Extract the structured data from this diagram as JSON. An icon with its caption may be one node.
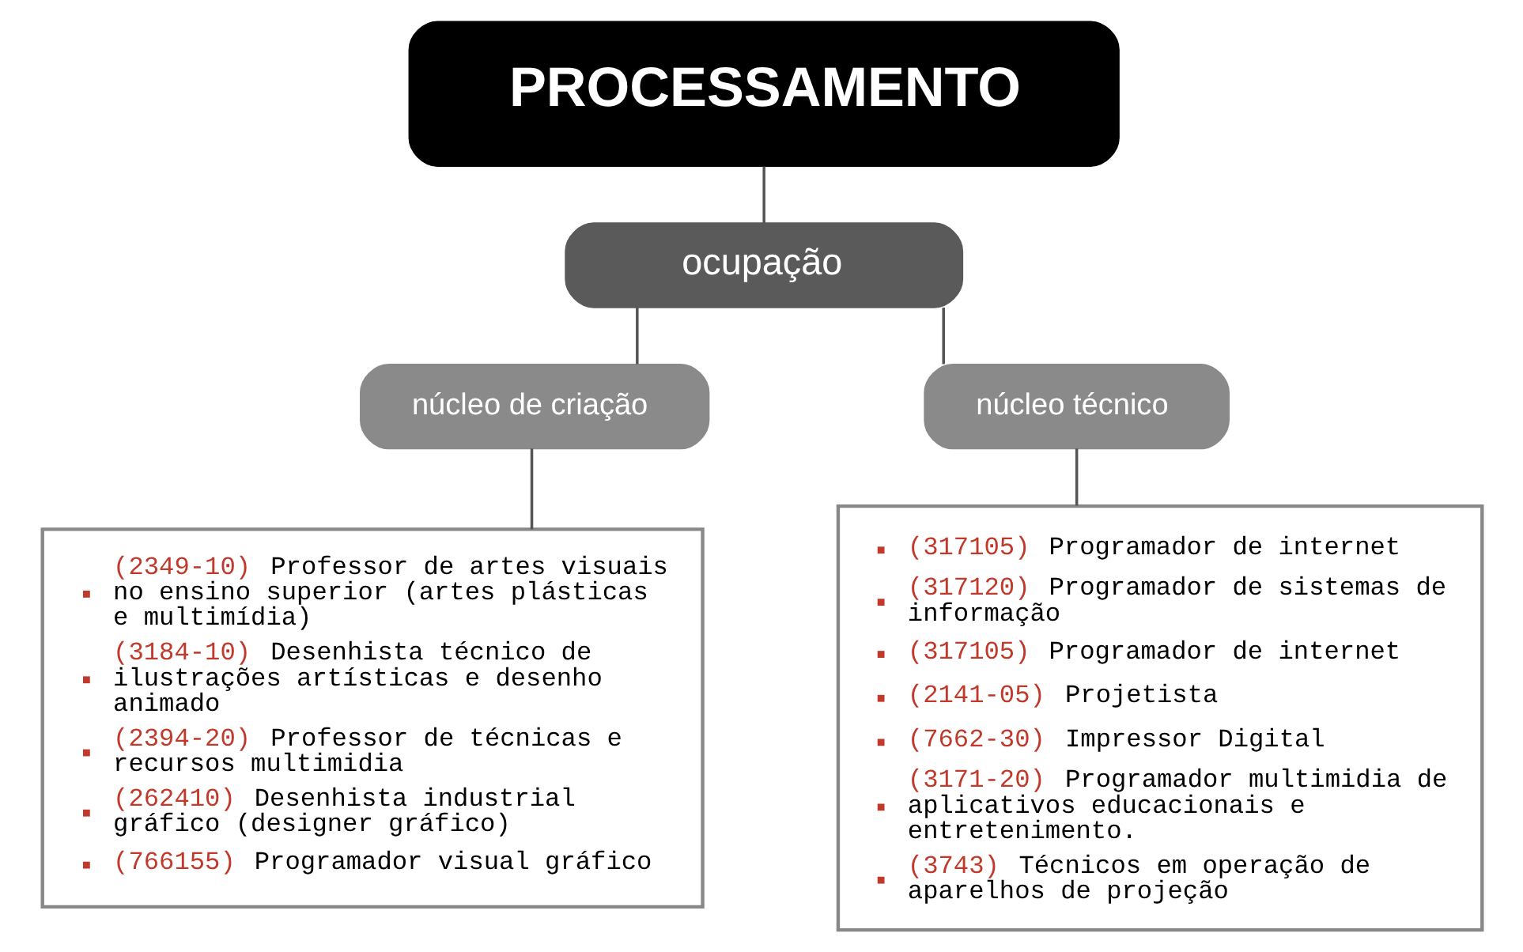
{
  "diagram": {
    "nodes": [
      {
        "text": [
          "PROCESSAMENTO"
        ]
      },
      {
        "text": [
          "ocupação"
        ]
      },
      {
        "text": [
          "núcleo de criação"
        ]
      },
      {
        "text": [
          "núcleo técnico"
        ]
      },
      {
        "text": [
          "(2349-10) Professor de artes visuais no ensino superior (artes plásticas e multimídia)",
          "(3184-10) Desenhista técnico de ilustrações artísticas e desenho animado",
          "(2394-20) Professor de técnicas e recursos multimidia",
          "(262410) Desenhista industrial gráfico (designer gráfico)",
          "(766155) Programador visual gráfico"
        ]
      },
      {
        "text": [
          "(317105) Programador de internet",
          "(317120) Programador de sistemas de informação",
          "(317105) Programador de internet",
          "(2141-05) Projetista",
          "(7662-30) Impressor Digital",
          "(3171-20) Programador multimidia de aplicativos educacionais e entretenimento.",
          "(3743) Técnicos em operação de aparelhos de projeção"
        ]
      }
    ],
    "edges": [
      {
        "from": 0,
        "to": 1,
        "arrow": "none"
      },
      {
        "from": 1,
        "to": 2,
        "arrow": "none"
      },
      {
        "from": 1,
        "to": 3,
        "arrow": "none"
      },
      {
        "from": 2,
        "to": 4,
        "arrow": "none"
      },
      {
        "from": 3,
        "to": 5,
        "arrow": "none"
      }
    ]
  }
}
